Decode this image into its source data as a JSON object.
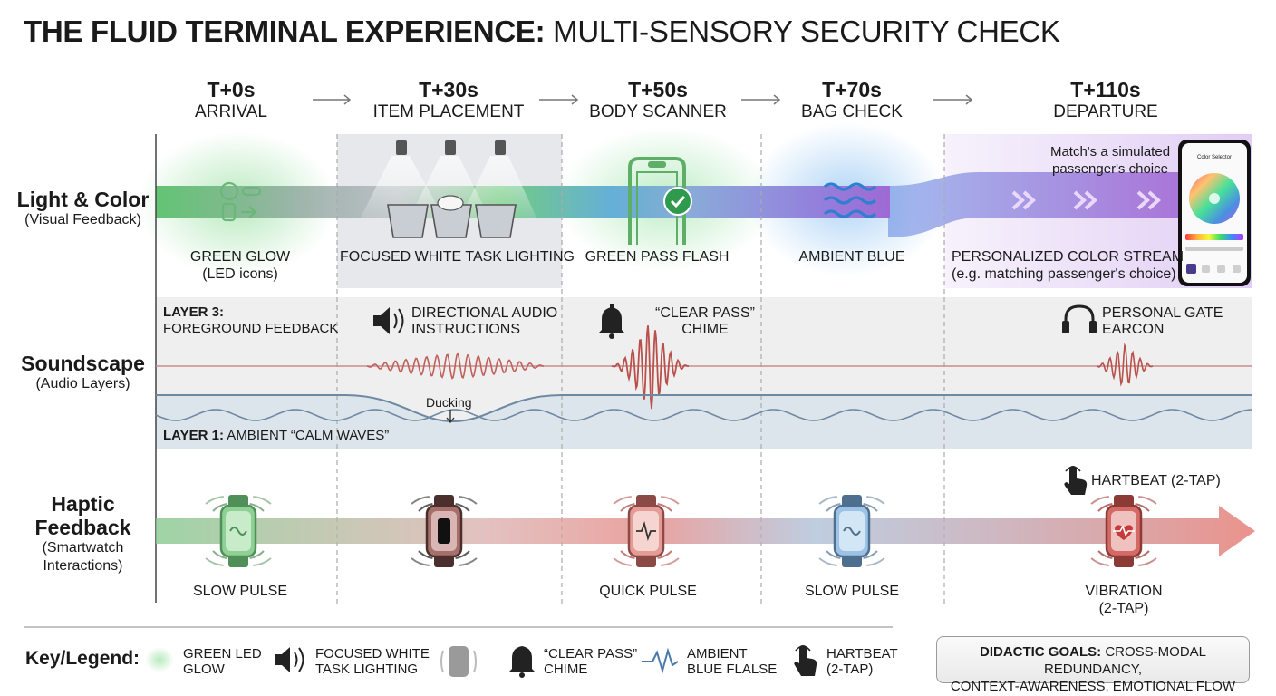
{
  "title": {
    "bold": "THE FLUID TERMINAL EXPERIENCE:",
    "rest": " MULTI-SENSORY SECURITY CHECK"
  },
  "stages": [
    {
      "time": "T+0s",
      "name": "ARRIVAL"
    },
    {
      "time": "T+30s",
      "name": "ITEM PLACEMENT"
    },
    {
      "time": "T+50s",
      "name": "BODY SCANNER"
    },
    {
      "time": "T+70s",
      "name": "BAG CHECK"
    },
    {
      "time": "T+110s",
      "name": "DEPARTURE"
    }
  ],
  "rows": {
    "light": {
      "title": "Light & Color",
      "subtitle": "(Visual Feedback)"
    },
    "sound": {
      "title": "Soundscape",
      "subtitle": "(Audio Layers)"
    },
    "haptic": {
      "title_line1": "Haptic",
      "title_line2": "Feedback",
      "subtitle_line1": "(Smartwatch",
      "subtitle_line2": "Interactions)"
    }
  },
  "light": {
    "green_glow": "GREEN GLOW",
    "green_glow_sub": "(LED icons)",
    "task_lighting": "FOCUSED WHITE TASK LIGHTING",
    "pass_flash": "GREEN PASS FLASH",
    "ambient_blue": "AMBIENT BLUE",
    "color_stream": "PERSONALIZED COLOR STREAM",
    "color_stream_sub": "(e.g. matching passenger's choice)",
    "match_line1": "Match's a simulated",
    "match_line2": "passenger's choice",
    "phone_title": "Color Selector"
  },
  "sound": {
    "layer3_title": "LAYER 3:",
    "layer3_name": "FOREGROUND FEEDBACK",
    "directional_line1": "DIRECTIONAL AUDIO",
    "directional_line2": "INSTRUCTIONS",
    "chime_line1": "“CLEAR PASS”",
    "chime_line2": "CHIME",
    "earcon_line1": "PERSONAL GATE",
    "earcon_line2": "EARCON",
    "ducking": "Ducking",
    "layer1_title": "LAYER 1:",
    "layer1_name": " AMBIENT “CALM WAVES”"
  },
  "haptic": {
    "slow_pulse_1": "SLOW PULSE",
    "quick_pulse": "QUICK PULSE",
    "slow_pulse_2": "SLOW PULSE",
    "heartbeat": "HARTBEAT (2-TAP)",
    "vibration_line1": "VIBRATION",
    "vibration_line2": "(2-TAP)"
  },
  "legend": {
    "title": "Key/Legend:",
    "items": [
      {
        "icon": "green-glow-icon",
        "line1": "GREEN LED",
        "line2": "GLOW"
      },
      {
        "icon": "speaker-icon",
        "line1": "FOCUSED WHITE",
        "line2": "TASK LIGHTING"
      },
      {
        "icon": "watch-vibrate-icon",
        "line1": "",
        "line2": ""
      },
      {
        "icon": "bell-icon",
        "line1": "“CLEAR PASS”",
        "line2": "CHIME"
      },
      {
        "icon": "pulse-wave-icon",
        "line1": "AMBIENT",
        "line2": "BLUE FLALSE"
      },
      {
        "icon": "tap-hand-icon",
        "line1": "HARTBEAT",
        "line2": "(2-TAP)"
      }
    ]
  },
  "goals": {
    "bold": "DIDACTIC GOALS:",
    "line1": " CROSS-MODAL REDUNDANCY,",
    "line2": "CONTEXT-AWARENESS, EMOTIONAL FLOW"
  },
  "colors": {
    "green": "#5cc66a",
    "blue": "#4a90d9",
    "purple": "#a45fd0",
    "red": "#c0504d",
    "wave": "#7890a8"
  }
}
